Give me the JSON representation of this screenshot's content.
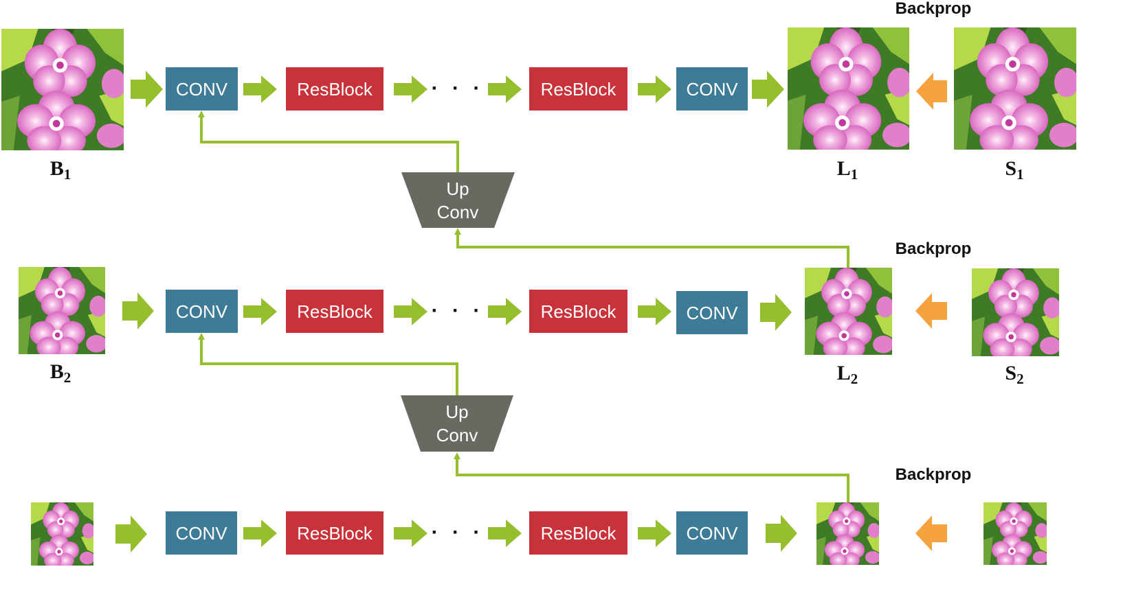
{
  "colors": {
    "conv": "#3e7b96",
    "resblock": "#c8323a",
    "upconv": "#686a61",
    "green_arrow": "#96bf2e",
    "orange_arrow": "#f6a23f",
    "petal": "#e27fcb",
    "petal_light": "#f6c5ec",
    "leaf": "#4e8a2c",
    "leaf_light": "#b6d94a"
  },
  "icons": {
    "image": "flower-photo-icon",
    "forward": "green-block-arrow-icon",
    "backprop": "orange-block-arrow-icon"
  },
  "blocks": {
    "conv": "CONV",
    "resblock": "ResBlock",
    "upconv_line1": "Up",
    "upconv_line2": "Conv",
    "ellipsis": "· · ·"
  },
  "backprop_label": "Backprop",
  "rows": [
    {
      "input": {
        "base": "B",
        "sub": "1"
      },
      "output": {
        "base": "L",
        "sub": "1"
      },
      "target": {
        "base": "S",
        "sub": "1"
      }
    },
    {
      "input": {
        "base": "B",
        "sub": "2"
      },
      "output": {
        "base": "L",
        "sub": "2"
      },
      "target": {
        "base": "S",
        "sub": "2"
      }
    },
    {}
  ]
}
